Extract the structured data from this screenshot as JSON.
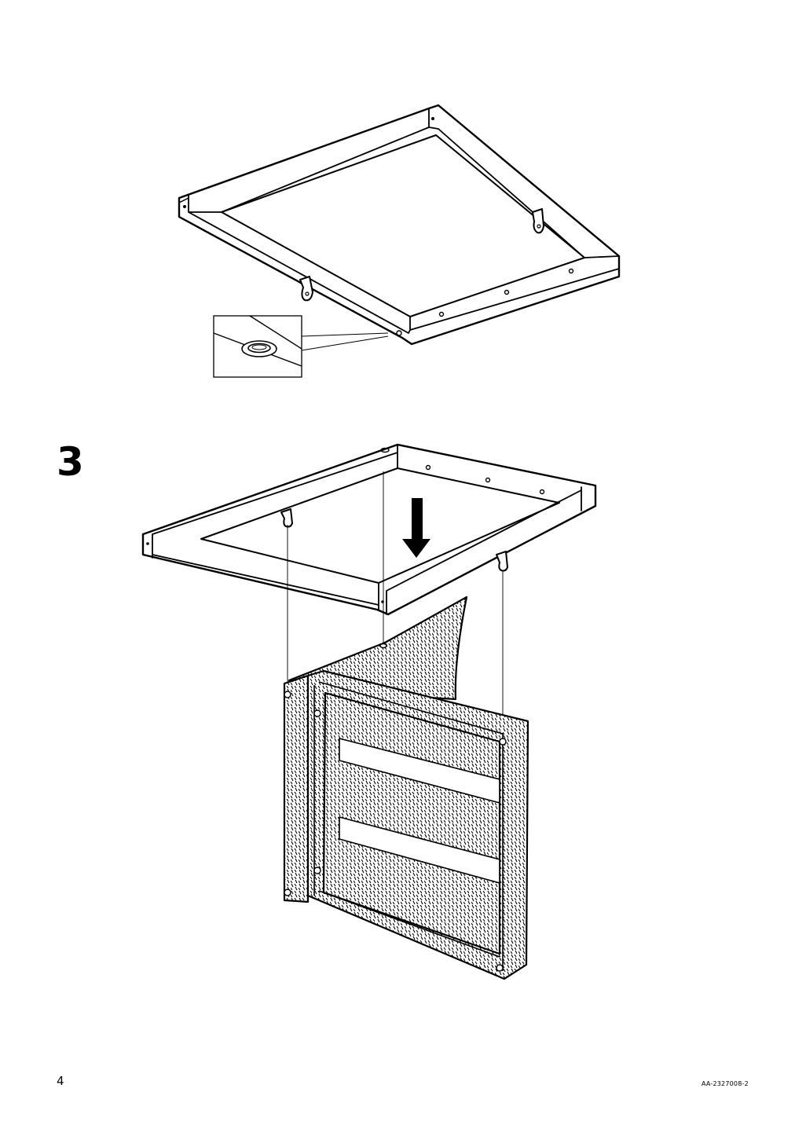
{
  "document": {
    "step_number": "3",
    "page_number": "4",
    "doc_code": "AA-2327008-2"
  },
  "illustrations": {
    "top": "frame-underside-with-hooks",
    "detail": "magnified-round-glide",
    "step": "frame-lowered-onto-woven-seat",
    "arrow": "down-arrow-icon"
  },
  "colors": {
    "ink": "#000000",
    "paper": "#ffffff"
  }
}
